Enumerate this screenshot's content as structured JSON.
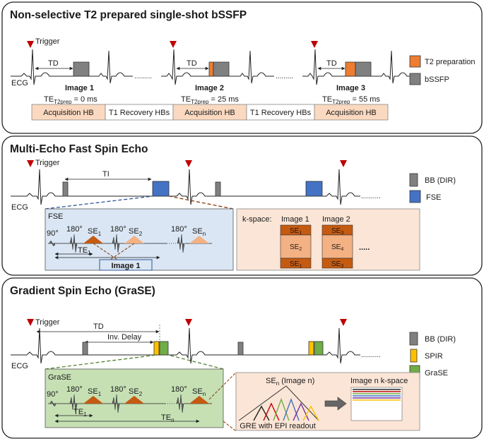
{
  "colors": {
    "orange": "#ed7d31",
    "gray": "#808080",
    "blue": "#4472c4",
    "green": "#70ad47",
    "yellow": "#ffc000",
    "red": "#c00000",
    "acq_fill": "#fbd9c0",
    "fse_box": "#dae6f4",
    "grase_box": "#c6e0b4",
    "kspace_bg": "#fbe5d6",
    "se_dark": "#c55a11",
    "se_light": "#f4b183"
  },
  "panel1": {
    "title": "Non-selective T2 prepared single-shot bSSFP",
    "trigger": "Trigger",
    "td": "TD",
    "ecg": "ECG",
    "images": [
      "Image 1",
      "Image 2",
      "Image 3"
    ],
    "te_prefix": "TE",
    "te_sub": "T2prep",
    "te_values": [
      " = 0 ms",
      " = 25 ms",
      " = 55 ms"
    ],
    "bar": [
      "Acquisition HB",
      "T1 Recovery HBs",
      "Acquisition HB",
      "T1 Recovery HBs",
      "Acquisition HB"
    ],
    "legend": [
      "T2 preparation",
      "bSSFP"
    ]
  },
  "panel2": {
    "title": "Multi-Echo Fast Spin Echo",
    "trigger": "Trigger",
    "ti": "TI",
    "ecg": "ECG",
    "legend": [
      "BB (DIR)",
      "FSE"
    ],
    "fse_label": "FSE",
    "angle90": "90°",
    "angle180": "180°",
    "se": "SE",
    "subs": [
      "1",
      "2",
      "n"
    ],
    "te": "TE",
    "te_sub": "1",
    "image1": "Image 1",
    "kspace_label": "k-space:",
    "ks_images": [
      "Image 1",
      "Image 2"
    ],
    "ks_col1": [
      "1",
      "2",
      "1"
    ],
    "ks_col2": [
      "3",
      "4",
      "3"
    ],
    "dots": "....."
  },
  "panel3": {
    "title": "Gradient Spin Echo (GraSE)",
    "trigger": "Trigger",
    "td": "TD",
    "inv_delay": "Inv. Delay",
    "ecg": "ECG",
    "legend": [
      "BB (DIR)",
      "SPIR",
      "GraSE"
    ],
    "grase_label": "GraSE",
    "angle90": "90°",
    "angle180": "180°",
    "se": "SE",
    "subs": [
      "1",
      "2",
      "n"
    ],
    "te": "TE",
    "te_subs": [
      "1",
      "n"
    ],
    "sen_image": " (Image n)",
    "gre_label": "GRE with EPI readout",
    "kspace_label": "Image n k-space"
  }
}
